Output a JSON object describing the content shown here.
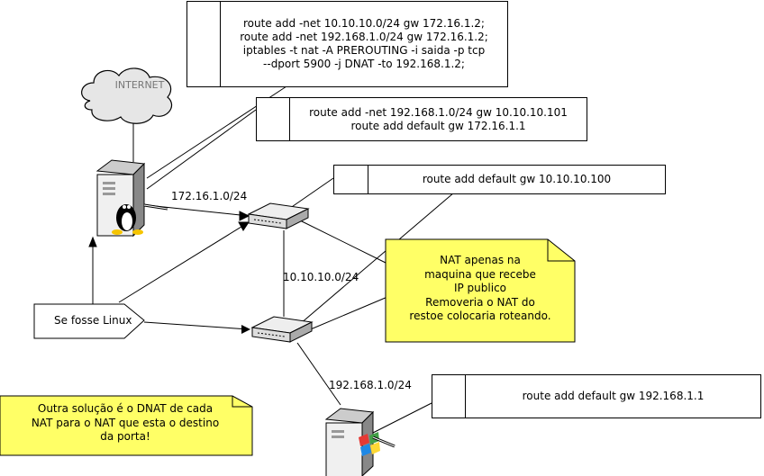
{
  "cloud": {
    "label": "INTERNET"
  },
  "commands": {
    "box1": [
      "route add -net 10.10.10.0/24 gw 172.16.1.2;",
      "route add -net 192.168.1.0/24 gw 172.16.1.2;",
      "iptables -t nat -A PREROUTING -i saida -p tcp",
      "--dport 5900 -j DNAT -to 192.168.1.2;"
    ],
    "box2": [
      "route add -net 192.168.1.0/24 gw 10.10.10.101",
      "route add default gw 172.16.1.1"
    ],
    "box3": [
      "route add default gw 10.10.10.100"
    ],
    "box4": [
      "route add default gw 192.168.1.1"
    ]
  },
  "networks": {
    "net1": "172.16.1.0/24",
    "net2": "10.10.10.0/24",
    "net3": "192.168.1.0/24"
  },
  "callout": {
    "text": "Se fosse Linux"
  },
  "notes": {
    "nat": [
      "NAT apenas na",
      "maquina que recebe",
      "IP publico",
      "Removeria o NAT do",
      "restoe colocaria roteando."
    ],
    "dnat": [
      "Outra solução é o DNAT de cada",
      "NAT para o NAT que esta o destino",
      "da porta!"
    ]
  },
  "colors": {
    "note_fill": "#ffff66",
    "line": "#000000",
    "cloud_fill": "#e6e6e6"
  }
}
